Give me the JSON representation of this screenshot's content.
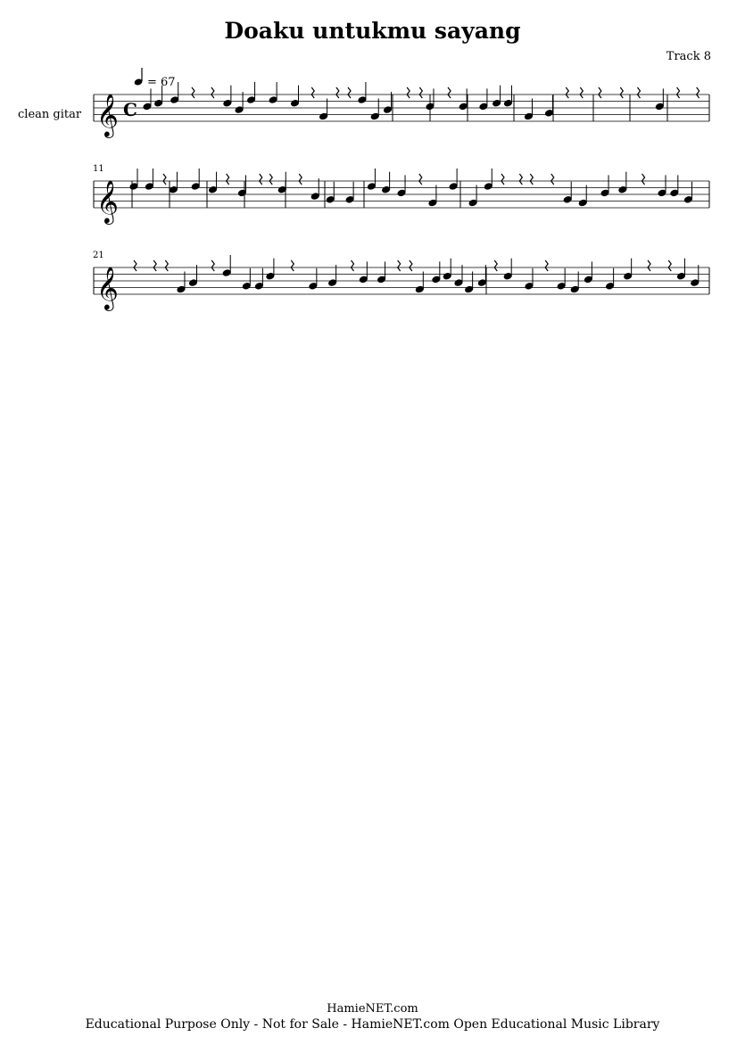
{
  "header": {
    "title": "Doaku untukmu sayang",
    "track": "Track 8"
  },
  "score": {
    "instrument": "clean gitar",
    "tempo_value": "= 67",
    "time_signature": "C",
    "systems": [
      {
        "measure_number": ""
      },
      {
        "measure_number": "11"
      },
      {
        "measure_number": "21"
      }
    ]
  },
  "footer": {
    "line1": "HamieNET.com",
    "line2": "Educational Purpose Only - Not for Sale - HamieNET.com Open Educational Music Library"
  }
}
